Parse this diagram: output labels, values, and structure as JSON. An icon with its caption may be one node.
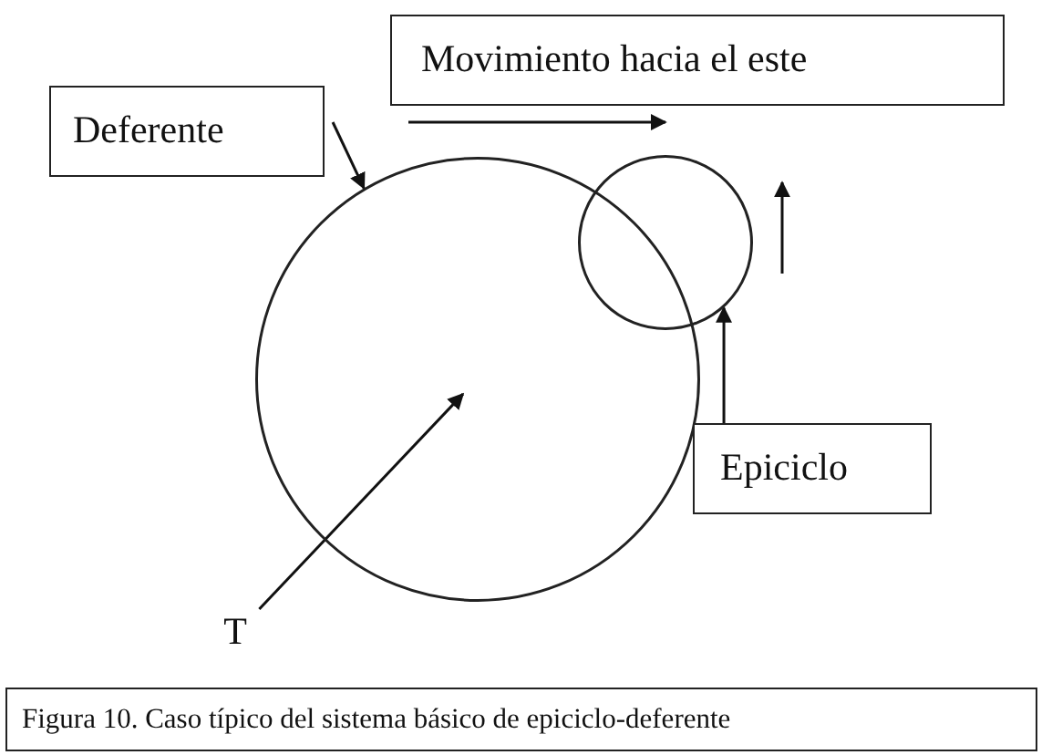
{
  "diagram": {
    "caption": "Figura 10. Caso típico del sistema básico de epiciclo-deferente",
    "nodes": [
      {
        "text": [
          "Deferente"
        ]
      },
      {
        "text": [
          "Movimiento hacia el este"
        ]
      },
      {
        "text": [],
        "shape": "circle"
      },
      {
        "text": [],
        "shape": "circle"
      },
      {
        "text": [
          "Epiciclo"
        ]
      },
      {
        "text": [
          "T"
        ]
      }
    ],
    "edges": [
      {
        "from": 0,
        "to": 2,
        "arrow": "to"
      },
      {
        "from": 4,
        "to": 3,
        "arrow": "to"
      },
      {
        "from": 5,
        "to": 2,
        "arrow": "to"
      }
    ]
  }
}
